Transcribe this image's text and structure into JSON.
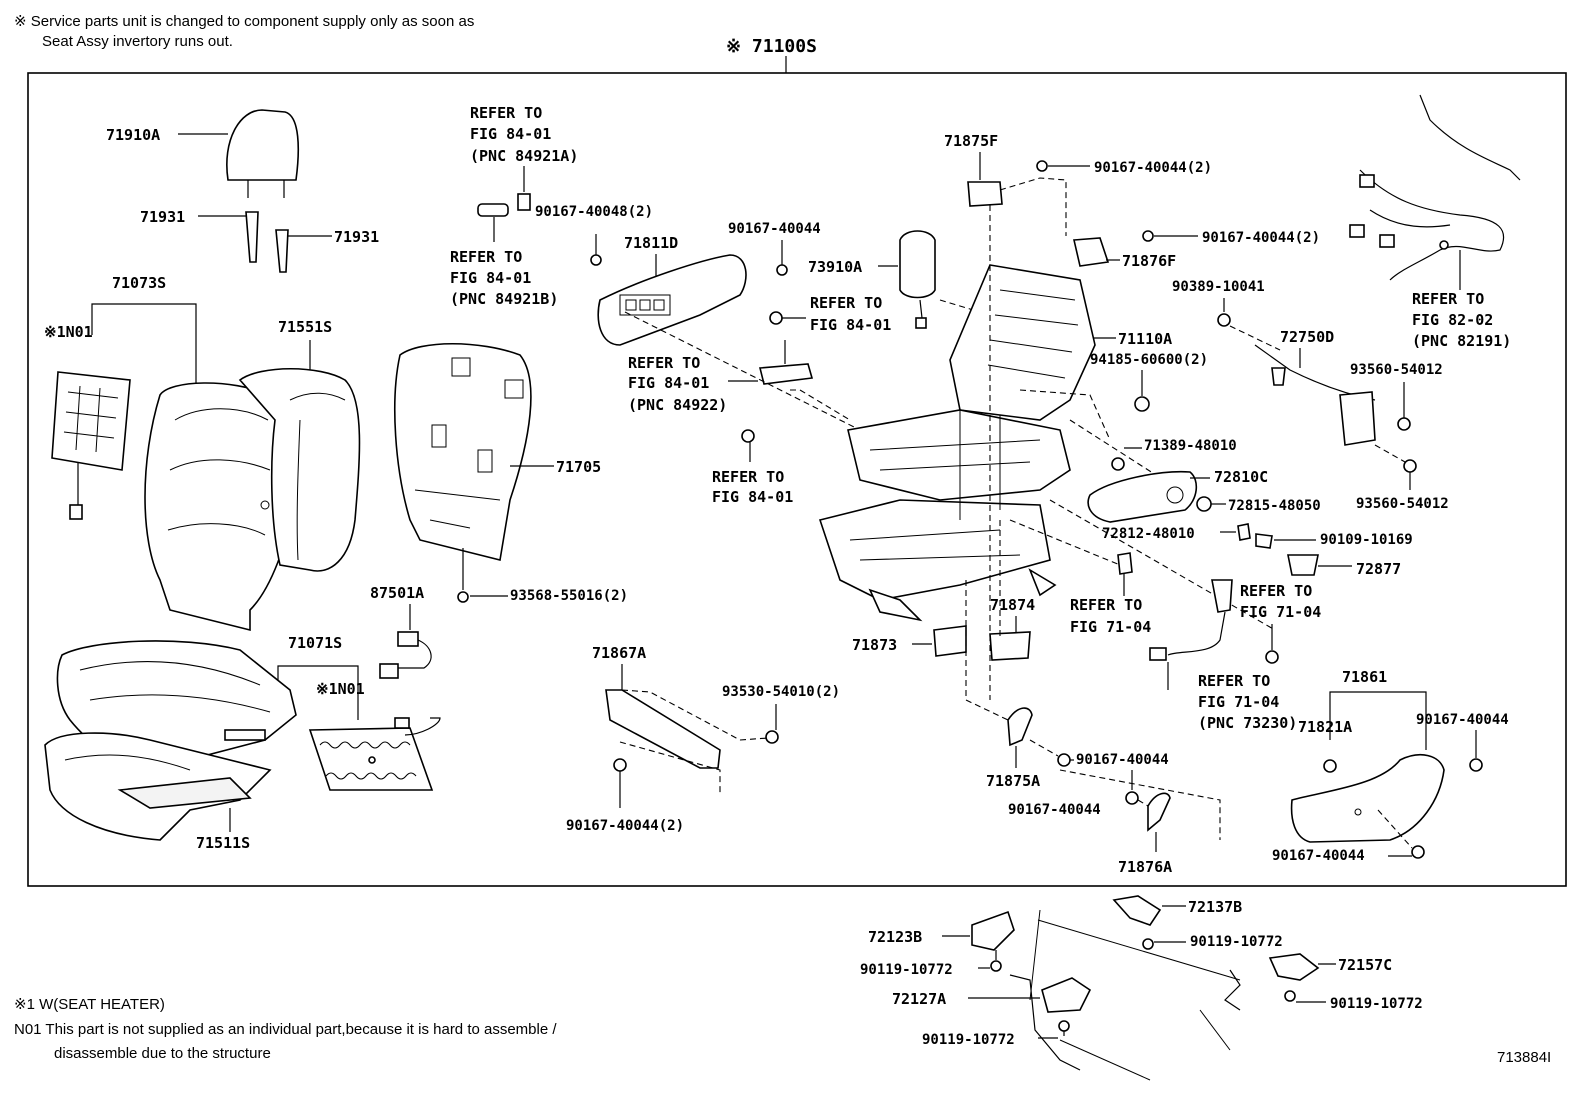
{
  "header_notes": {
    "line1": "※ Service parts unit is changed to component supply only as soon as",
    "line2": "Seat Assy invertory runs out."
  },
  "assembly_label": "※ 71100S",
  "footer_notes": {
    "note1": "※1 W(SEAT HEATER)",
    "note2": "N01 This part is not supplied as an individual part,because it is hard to assemble /",
    "note3": "disassemble due to the structure"
  },
  "figure_id": "713884I",
  "labels": {
    "p71910A": "71910A",
    "p71931a": "71931",
    "p71931b": "71931",
    "p71073S": "71073S",
    "n01a": "※1N01",
    "p71551S": "71551S",
    "p71705": "71705",
    "p87501A": "87501A",
    "p93568": "93568-55016(2)",
    "p71071S": "71071S",
    "n01b": "※1N01",
    "p71511S": "71511S",
    "ref1_l1": "REFER TO",
    "ref1_l2": "FIG 84-01",
    "ref1_l3": "(PNC 84921A)",
    "p90167_48": "90167-40048(2)",
    "ref2_l1": "REFER TO",
    "ref2_l2": "FIG 84-01",
    "ref2_l3": "(PNC 84921B)",
    "p71811D": "71811D",
    "p90167_44a": "90167-40044",
    "p73910A": "73910A",
    "ref3_l1": "REFER TO",
    "ref3_l2": "FIG 84-01",
    "ref4_l1": "REFER TO",
    "ref4_l2": "FIG 84-01",
    "ref4_l3": "(PNC 84922)",
    "ref5_l1": "REFER TO",
    "ref5_l2": "FIG 84-01",
    "p71867A": "71867A",
    "p93530": "93530-54010(2)",
    "p90167_44_2b": "90167-40044(2)",
    "p71875F": "71875F",
    "p90167_44_2a": "90167-40044(2)",
    "p90167_44_2c": "90167-40044(2)",
    "p71876F": "71876F",
    "p71110A": "71110A",
    "p94185": "94185-60600(2)",
    "p71389": "71389-48010",
    "p72810C": "72810C",
    "p72815": "72815-48050",
    "p72812": "72812-48010",
    "p90109": "90109-10169",
    "p72877": "72877",
    "p71874": "71874",
    "p71873": "71873",
    "ref6_l1": "REFER TO",
    "ref6_l2": "FIG 71-04",
    "ref7_l1": "REFER TO",
    "ref7_l2": "FIG 71-04",
    "ref8_l1": "REFER TO",
    "ref8_l2": "FIG 71-04",
    "ref8_l3": "(PNC 73230)",
    "p71875A": "71875A",
    "p90167_44b": "90167-40044",
    "p90167_44c": "90167-40044",
    "p71876A": "71876A",
    "p90389": "90389-10041",
    "ref9_l1": "REFER TO",
    "ref9_l2": "FIG 82-02",
    "ref9_l3": "(PNC 82191)",
    "p72750D": "72750D",
    "p93560a": "93560-54012",
    "p93560b": "93560-54012",
    "p71861": "71861",
    "p71821A": "71821A",
    "p90167_44d": "90167-40044",
    "p90167_44e": "90167-40044",
    "p72123B": "72123B",
    "p90119a": "90119-10772",
    "p72127A": "72127A",
    "p90119b": "90119-10772",
    "p72137B": "72137B",
    "p90119c": "90119-10772",
    "p72157C": "72157C",
    "p90119d": "90119-10772"
  }
}
